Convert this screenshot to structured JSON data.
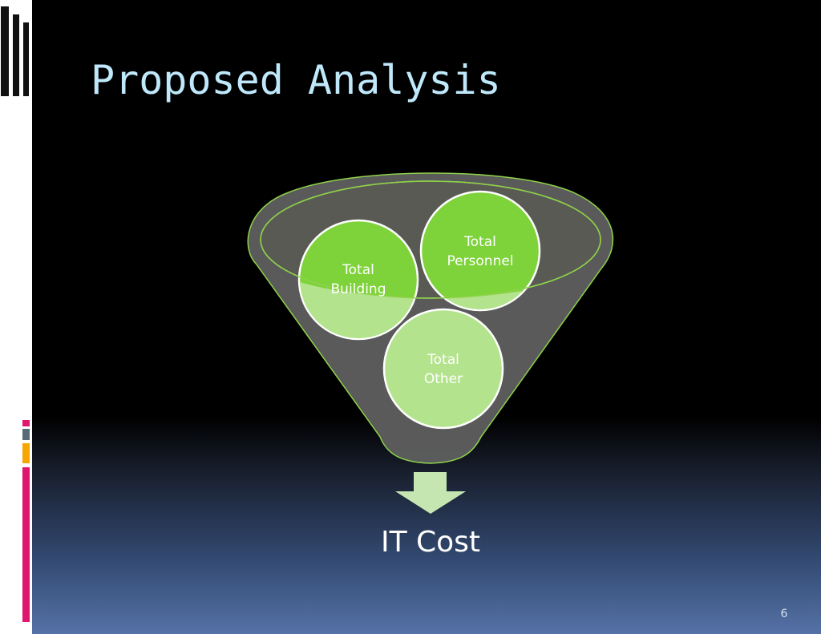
{
  "slide": {
    "title": "Proposed Analysis",
    "page_number": "6"
  },
  "diagram": {
    "circles": [
      {
        "id": "total-building",
        "lines": [
          "Total",
          "Building"
        ],
        "color": "#7ed23a"
      },
      {
        "id": "total-personnel",
        "lines": [
          "Total",
          "Personnel"
        ],
        "color": "#7ed23a"
      },
      {
        "id": "total-other",
        "lines": [
          "Total",
          "Other"
        ],
        "color": "#b3e38c"
      }
    ],
    "result_label": "IT Cost"
  },
  "colors": {
    "title": "#bfe8fb",
    "funnel_fill": "#5f5f5f",
    "funnel_outline": "#8fd24a",
    "arrow": "#c5e6b1",
    "accent_bars": [
      "#e0156e",
      "#5b6a79",
      "#f7a600",
      "#e0156e"
    ]
  },
  "icons": {
    "funnel": "funnel-shape",
    "arrow": "down-arrow-icon"
  }
}
